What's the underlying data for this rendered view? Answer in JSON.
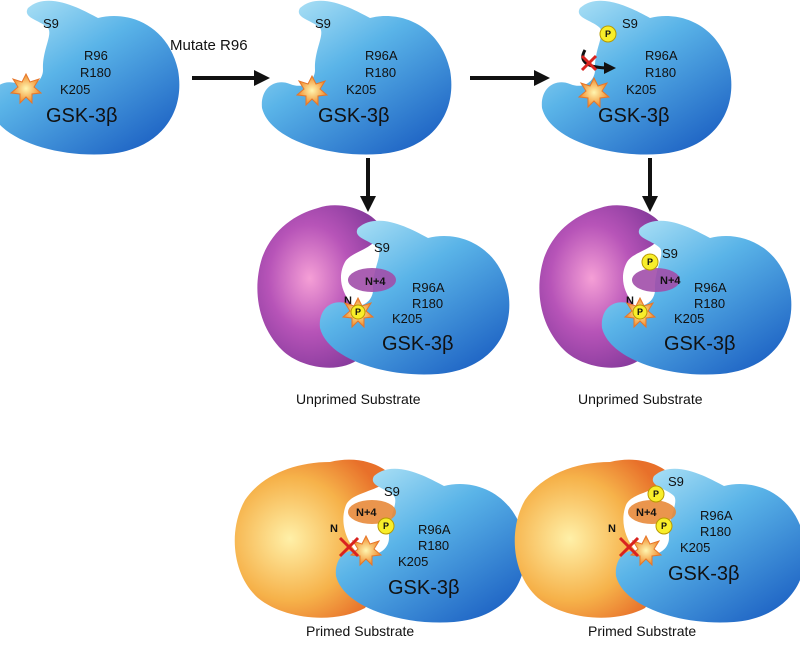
{
  "enzyme": {
    "name": "GSK-3β",
    "site_s9": "S9",
    "wt_residues": [
      "R96",
      "R180",
      "K205"
    ],
    "mut_residues": [
      "R96A",
      "R180",
      "K205"
    ]
  },
  "step_label": "Mutate R96",
  "captions": {
    "unprimed_left": "Unprimed Substrate",
    "unprimed_right": "Unprimed Substrate",
    "primed_left": "Primed Substrate",
    "primed_right": "Primed Substrate"
  },
  "substrate_labels": {
    "n_plus_4": "N+4",
    "n": "N"
  },
  "phospho_label": "P",
  "colors": {
    "enzyme_light": "#bdeaf8",
    "enzyme_dark": "#1e63c4",
    "unprimed_light": "#f59fd6",
    "unprimed_dark": "#8a3c9e",
    "primed_light": "#fff0a8",
    "primed_dark": "#e8702a",
    "phosphate": "#f8ee2a",
    "inhibit_x": "#d9231f"
  }
}
